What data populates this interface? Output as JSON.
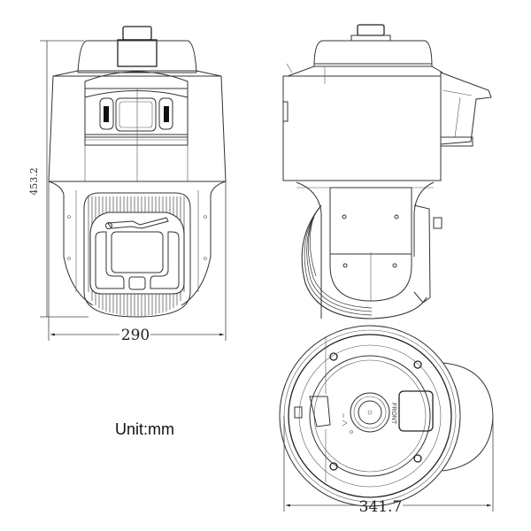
{
  "drawing": {
    "type": "technical-dimension-drawing",
    "subject": "PTZ dome camera",
    "views": [
      {
        "name": "front-view"
      },
      {
        "name": "side-view"
      },
      {
        "name": "bottom-view"
      }
    ]
  },
  "dimensions": {
    "height": "453.2",
    "front_width": "290",
    "bottom_width": "341.7"
  },
  "labels": {
    "unit": "Unit:mm",
    "front_mark": "FRONT"
  },
  "colors": {
    "line": "#333333",
    "background": "#ffffff"
  }
}
